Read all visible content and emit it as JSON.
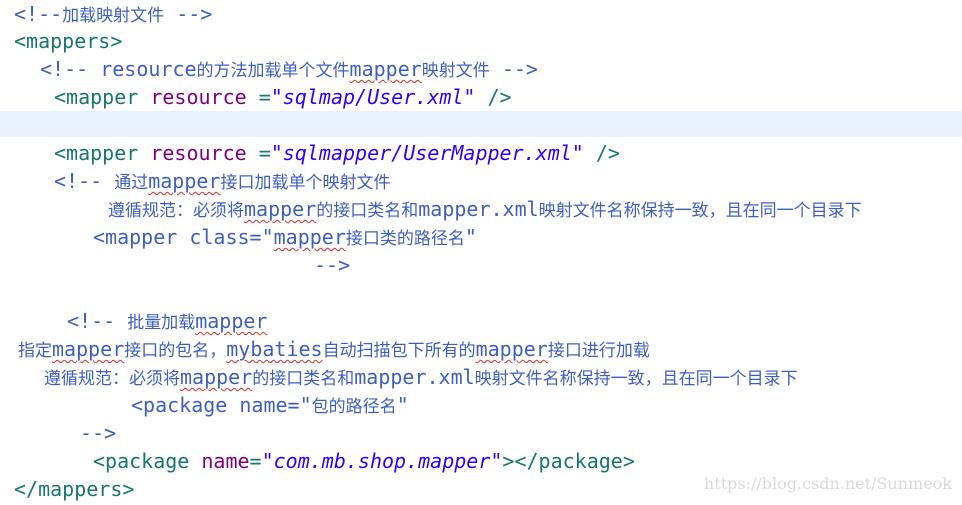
{
  "colors": {
    "comment": "#3f5fbf",
    "tag": "#17766f",
    "attribute": "#7f007f",
    "string": "#2a00ff",
    "current_line": "#e8f2fe"
  },
  "lines": [
    {
      "segments": [
        {
          "t": "<!--",
          "c": "cmt"
        },
        {
          "t": "加载映射文件",
          "c": "cjk"
        },
        {
          "t": " -->",
          "c": "cmt"
        }
      ]
    },
    {
      "segments": [
        {
          "t": "<mappers>",
          "c": "tag"
        }
      ]
    },
    {
      "segments": [
        {
          "t": "<!-- resource",
          "c": "cmt"
        },
        {
          "t": "的方法加载单个文件",
          "c": "cjk"
        },
        {
          "t": "mapper",
          "c": "cmt",
          "sq": true
        },
        {
          "t": "映射文件",
          "c": "cjk"
        },
        {
          "t": " -->",
          "c": "cmt"
        }
      ]
    },
    {
      "segments": [
        {
          "t": "<mapper ",
          "c": "tag"
        },
        {
          "t": "resource",
          "c": "attr"
        },
        {
          "t": " =",
          "c": "tag"
        },
        {
          "t": "\"sqlmap/User.xml\"",
          "c": "val"
        },
        {
          "t": " />",
          "c": "tag"
        }
      ]
    },
    {
      "segments": [
        {
          "t": "<mapper ",
          "c": "tag"
        },
        {
          "t": "resource",
          "c": "attr"
        },
        {
          "t": " =",
          "c": "tag"
        },
        {
          "t": "\"sqlmapper/UserMapper.xml\"",
          "c": "val"
        },
        {
          "t": " />",
          "c": "tag"
        }
      ]
    },
    {
      "segments": [
        {
          "t": "<!-- ",
          "c": "cmt"
        },
        {
          "t": "通过",
          "c": "cjk"
        },
        {
          "t": "mapper",
          "c": "cmt",
          "sq": true
        },
        {
          "t": "接口加载单个映射文件",
          "c": "cjk"
        }
      ]
    },
    {
      "segments": [
        {
          "t": "遵循规范：必须将",
          "c": "cjk"
        },
        {
          "t": "mapper",
          "c": "cmt",
          "sq": true
        },
        {
          "t": "的接口类名和",
          "c": "cjk"
        },
        {
          "t": "mapper.xml",
          "c": "cmt"
        },
        {
          "t": "映射文件名称保持一致，且在同一个目录下",
          "c": "cjk"
        }
      ]
    },
    {
      "segments": [
        {
          "t": "<mapper class=\"",
          "c": "cmt"
        },
        {
          "t": "mapper",
          "c": "cmt",
          "sq": true
        },
        {
          "t": "接口类的路径名",
          "c": "cjk"
        },
        {
          "t": "\"",
          "c": "cmt"
        }
      ]
    },
    {
      "segments": [
        {
          "t": "-->",
          "c": "cmt"
        }
      ]
    },
    {
      "segments": [
        {
          "t": "<!-- ",
          "c": "cmt"
        },
        {
          "t": "批量加载",
          "c": "cjk"
        },
        {
          "t": "mapper",
          "c": "cmt",
          "sq": true
        }
      ]
    },
    {
      "segments": [
        {
          "t": "指定",
          "c": "cjk"
        },
        {
          "t": "mapper",
          "c": "cmt",
          "sq": true
        },
        {
          "t": "接口的包名，",
          "c": "cjk"
        },
        {
          "t": "mybaties",
          "c": "cmt",
          "sq": true
        },
        {
          "t": "自动扫描包下所有的",
          "c": "cjk"
        },
        {
          "t": "mapper",
          "c": "cmt",
          "sq": true
        },
        {
          "t": "接口进行加载",
          "c": "cjk"
        }
      ]
    },
    {
      "segments": [
        {
          "t": "遵循规范：必须将",
          "c": "cjk"
        },
        {
          "t": "mapper",
          "c": "cmt",
          "sq": true
        },
        {
          "t": "的接口类名和",
          "c": "cjk"
        },
        {
          "t": "mapper.xml",
          "c": "cmt"
        },
        {
          "t": "映射文件名称保持一致，且在同一个目录下",
          "c": "cjk"
        }
      ]
    },
    {
      "segments": [
        {
          "t": "<package name=\"",
          "c": "cmt"
        },
        {
          "t": "包的路径名",
          "c": "cjk"
        },
        {
          "t": "\"",
          "c": "cmt"
        }
      ]
    },
    {
      "segments": [
        {
          "t": "-->",
          "c": "cmt"
        }
      ]
    },
    {
      "segments": [
        {
          "t": "<package ",
          "c": "tag"
        },
        {
          "t": "name",
          "c": "attr"
        },
        {
          "t": "=",
          "c": "tag"
        },
        {
          "t": "\"com.mb.shop.mapper\"",
          "c": "val"
        },
        {
          "t": "></package>",
          "c": "tag"
        }
      ]
    },
    {
      "segments": [
        {
          "t": "</mappers>",
          "c": "tag"
        }
      ]
    }
  ],
  "watermark": "https://blog.csdn.net/Sunmeok"
}
